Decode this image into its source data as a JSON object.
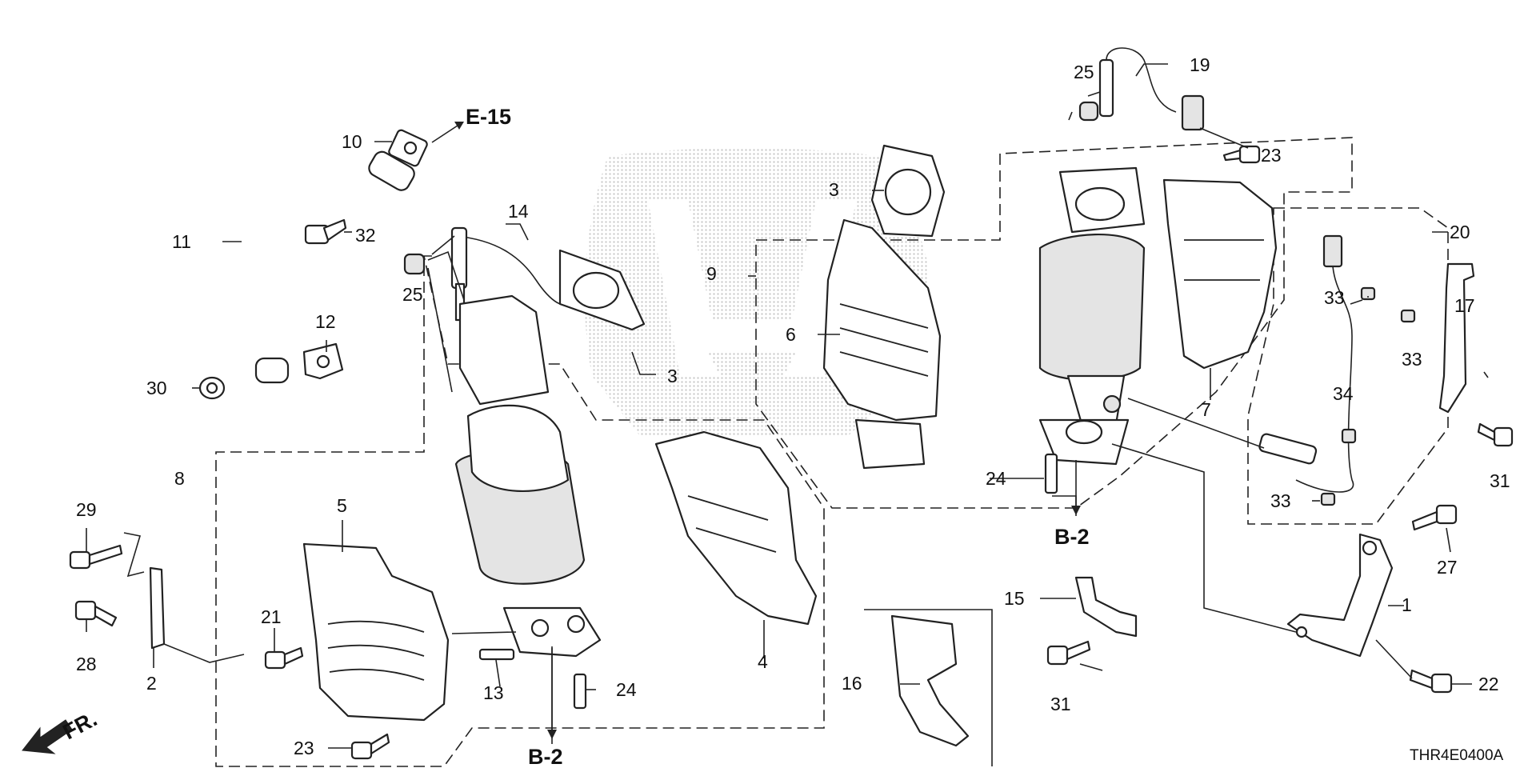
{
  "diagram_code": "THR4E0400A",
  "front_arrow_label": "FR.",
  "reference_labels": {
    "e15": "E-15",
    "b2_left": "B-2",
    "b2_right": "B-2"
  },
  "callouts": {
    "c1": "1",
    "c2": "2",
    "c3a": "3",
    "c3b": "3",
    "c4": "4",
    "c5": "5",
    "c6": "6",
    "c7": "7",
    "c8": "8",
    "c9": "9",
    "c10": "10",
    "c11": "11",
    "c12": "12",
    "c13": "13",
    "c14": "14",
    "c15": "15",
    "c16": "16",
    "c17": "17",
    "c19": "19",
    "c20": "20",
    "c21": "21",
    "c22": "22",
    "c23a": "23",
    "c23b": "23",
    "c24a": "24",
    "c24b": "24",
    "c25a": "25",
    "c25b": "25",
    "c27": "27",
    "c28": "28",
    "c29": "29",
    "c30": "30",
    "c31a": "31",
    "c31b": "31",
    "c32": "32",
    "c33a": "33",
    "c33b": "33",
    "c33c": "33",
    "c34": "34"
  },
  "colors": {
    "line": "#222222",
    "watermark": "#c8c8c8"
  }
}
